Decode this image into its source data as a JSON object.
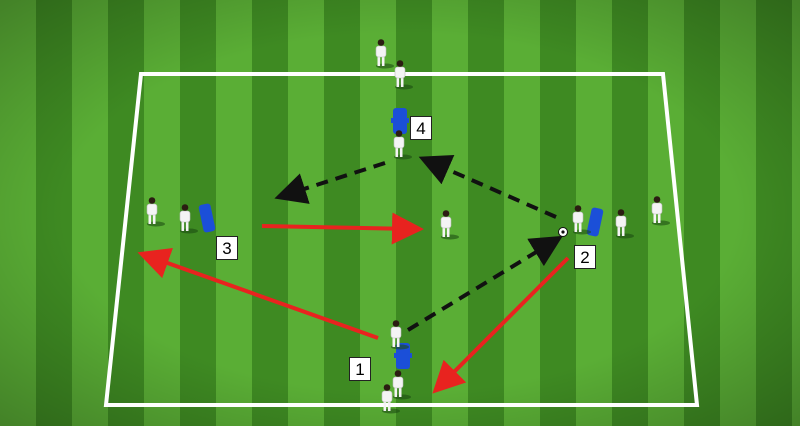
{
  "pitch": {
    "grass_light": "#5aae35",
    "grass_dark": "#3e8a22",
    "line_color": "#ffffff"
  },
  "colors": {
    "run_arrow": "#e8231f",
    "pass_arrow": "#111111",
    "mannequin": "#1b4fd8",
    "player_kit": "#f4f4f4",
    "player_shadow": "#1d4d12"
  },
  "stations": {
    "s1": {
      "label": "1"
    },
    "s2": {
      "label": "2"
    },
    "s3": {
      "label": "3"
    },
    "s4": {
      "label": "4"
    }
  },
  "arrows": [
    {
      "id": "pass-1-to-2",
      "style": "dashed",
      "color": "pass"
    },
    {
      "id": "pass-2-to-4",
      "style": "dashed",
      "color": "pass"
    },
    {
      "id": "pass-4-to-3",
      "style": "dashed",
      "color": "pass"
    },
    {
      "id": "run-1-to-3",
      "style": "solid",
      "color": "run"
    },
    {
      "id": "run-2-to-1",
      "style": "solid",
      "color": "run"
    },
    {
      "id": "run-3-to-center",
      "style": "solid",
      "color": "run"
    }
  ],
  "icons": [
    "player-icon",
    "mannequin-icon",
    "ball-icon"
  ]
}
